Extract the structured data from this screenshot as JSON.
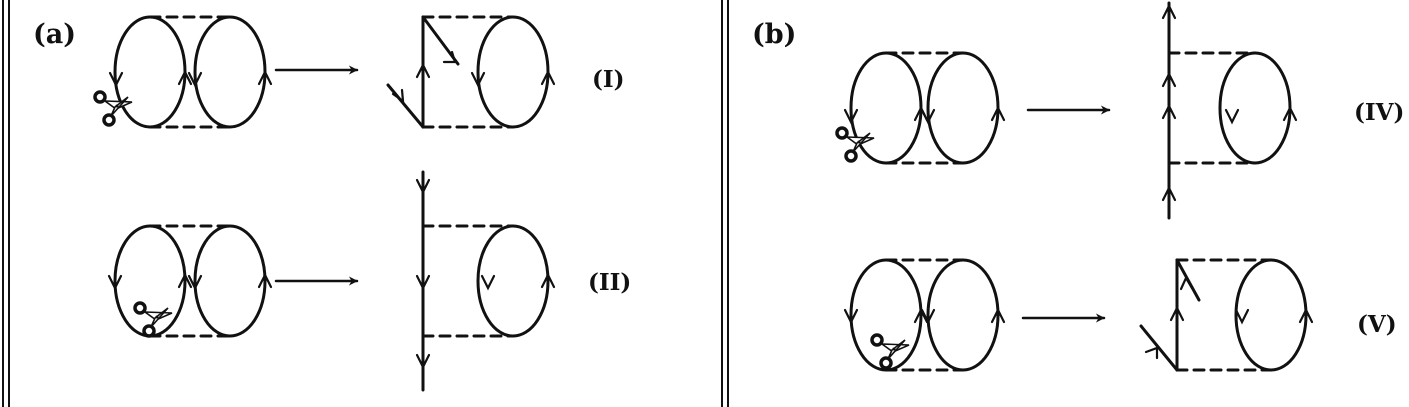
{
  "panels": [
    {
      "label": "(a)"
    },
    {
      "label": "(b)"
    }
  ],
  "diagrams": [
    {
      "label": "(I)"
    },
    {
      "label": "(II)"
    },
    {
      "label": "(IV)"
    },
    {
      "label": "(V)"
    }
  ],
  "colors": {
    "ink": "#111111",
    "background": "#ffffff"
  },
  "icons": [
    "scissors-icon",
    "arrow-right-icon",
    "arrowhead-icon"
  ]
}
